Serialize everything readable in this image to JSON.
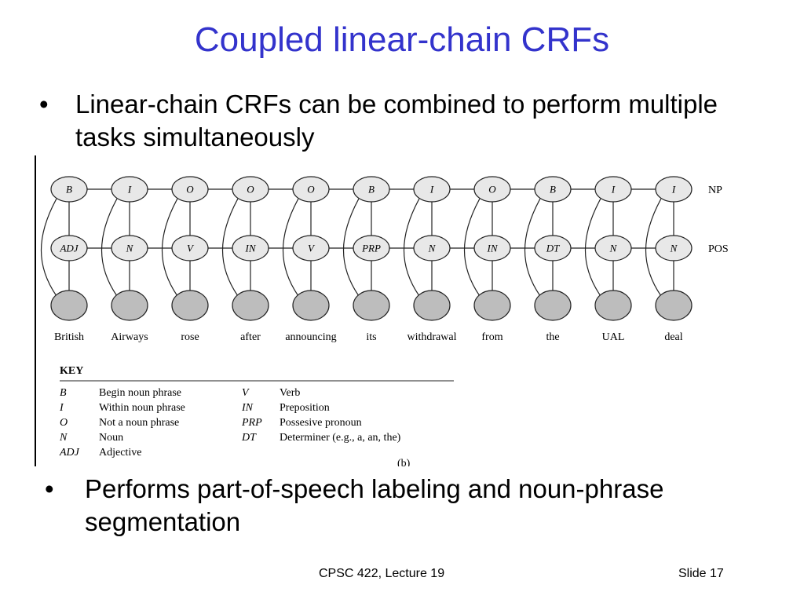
{
  "slide": {
    "title": "Coupled linear-chain CRFs",
    "bullets": [
      "Linear-chain CRFs can be combined to perform multiple tasks simultaneously",
      "Performs part-of-speech labeling and noun-phrase segmentation"
    ],
    "bullet_marker": "•",
    "footer_center": "CPSC 422, Lecture 19",
    "footer_right": "Slide 17"
  },
  "diagram": {
    "row_labels": {
      "np": "NP",
      "pos": "POS"
    },
    "columns": [
      {
        "np": "B",
        "pos": "ADJ",
        "word": "British"
      },
      {
        "np": "I",
        "pos": "N",
        "word": "Airways"
      },
      {
        "np": "O",
        "pos": "V",
        "word": "rose"
      },
      {
        "np": "O",
        "pos": "IN",
        "word": "after"
      },
      {
        "np": "O",
        "pos": "V",
        "word": "announcing"
      },
      {
        "np": "B",
        "pos": "PRP",
        "word": "its"
      },
      {
        "np": "I",
        "pos": "N",
        "word": "withdrawal"
      },
      {
        "np": "O",
        "pos": "IN",
        "word": "from"
      },
      {
        "np": "B",
        "pos": "DT",
        "word": "the"
      },
      {
        "np": "I",
        "pos": "N",
        "word": "UAL"
      },
      {
        "np": "I",
        "pos": "N",
        "word": "deal"
      }
    ],
    "key": {
      "title": "KEY",
      "left": [
        {
          "abbr": "B",
          "desc": "Begin noun phrase"
        },
        {
          "abbr": "I",
          "desc": "Within noun phrase"
        },
        {
          "abbr": "O",
          "desc": "Not a noun phrase"
        },
        {
          "abbr": "N",
          "desc": "Noun"
        },
        {
          "abbr": "ADJ",
          "desc": "Adjective"
        }
      ],
      "right": [
        {
          "abbr": "V",
          "desc": "Verb"
        },
        {
          "abbr": "IN",
          "desc": "Preposition"
        },
        {
          "abbr": "PRP",
          "desc": "Possesive pronoun"
        },
        {
          "abbr": "DT",
          "desc": "Determiner (e.g., a, an, the)"
        }
      ]
    },
    "caption": "(b)",
    "colors": {
      "node_fill": "#e8e8e8",
      "observed_fill": "#bdbdbd",
      "stroke": "#222222"
    }
  }
}
